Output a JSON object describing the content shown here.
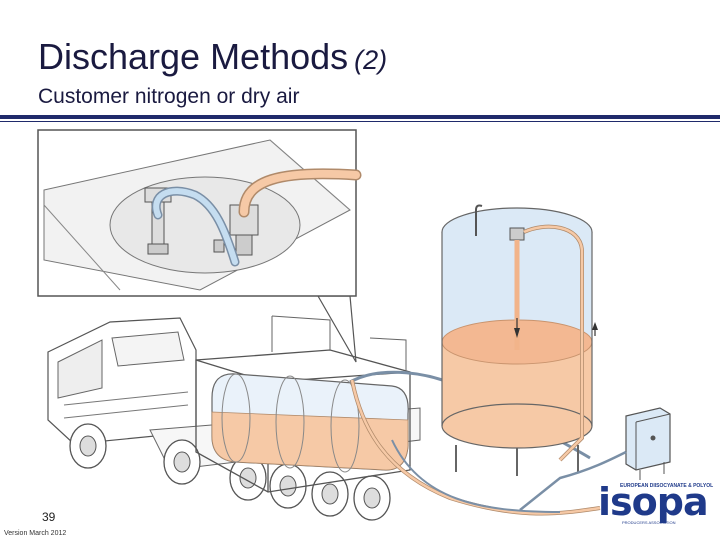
{
  "slide": {
    "title": "Discharge Methods",
    "title_suffix": "(2)",
    "subtitle": "Customer nitrogen or dry air",
    "page_number": "39",
    "version": "Version March 2012"
  },
  "logo": {
    "word": "isopa",
    "tagline_top": "EUROPEAN DIISOCYANATE & POLYOL",
    "tagline_bottom": "PRODUCERS ASSOCIATION"
  },
  "colors": {
    "title": "#1a1a40",
    "rule": "#1f2a6b",
    "liquid": "#f6c9a6",
    "gas": "#c5ddf0",
    "outline": "#4a4a4a",
    "logo": "#1f3a8a"
  },
  "icons": [
    "tank-truck-illustration",
    "storage-tank-illustration",
    "hose-detail-inset",
    "control-box-illustration"
  ]
}
